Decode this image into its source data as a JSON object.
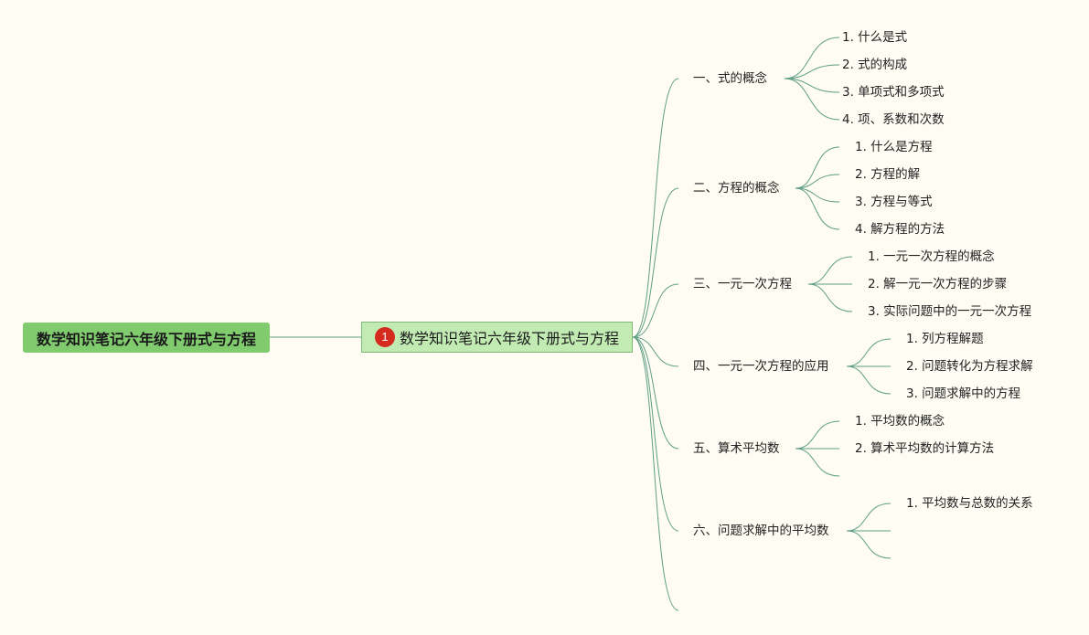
{
  "root": {
    "title": "数学知识笔记六年级下册式与方程"
  },
  "main": {
    "marker": "1",
    "title": "数学知识笔记六年级下册式与方程"
  },
  "branches": [
    {
      "label": "一、式的概念",
      "children": [
        "1. 什么是式",
        "2. 式的构成",
        "3. 单项式和多项式",
        "4. 项、系数和次数"
      ]
    },
    {
      "label": "二、方程的概念",
      "children": [
        "1. 什么是方程",
        "2. 方程的解",
        "3. 方程与等式",
        "4. 解方程的方法"
      ]
    },
    {
      "label": "三、一元一次方程",
      "children": [
        "1. 一元一次方程的概念",
        "2. 解一元一次方程的步骤",
        "3. 实际问题中的一元一次方程"
      ]
    },
    {
      "label": "四、一元一次方程的应用",
      "children": [
        "1. 列方程解题",
        "2. 问题转化为方程求解",
        "3. 问题求解中的方程"
      ]
    },
    {
      "label": "五、算术平均数",
      "children": [
        "1. 平均数的概念",
        "2. 算术平均数的计算方法",
        ""
      ]
    },
    {
      "label": "六、问题求解中的平均数",
      "children": [
        "1. 平均数与总数的关系",
        "",
        ""
      ]
    },
    {
      "label": "",
      "children": []
    }
  ],
  "colors": {
    "link": "#5f9e85",
    "root": "#7fcb6d",
    "main": "#c2ebb4",
    "marker": "#d42b1e",
    "background": "#fefcf3"
  }
}
